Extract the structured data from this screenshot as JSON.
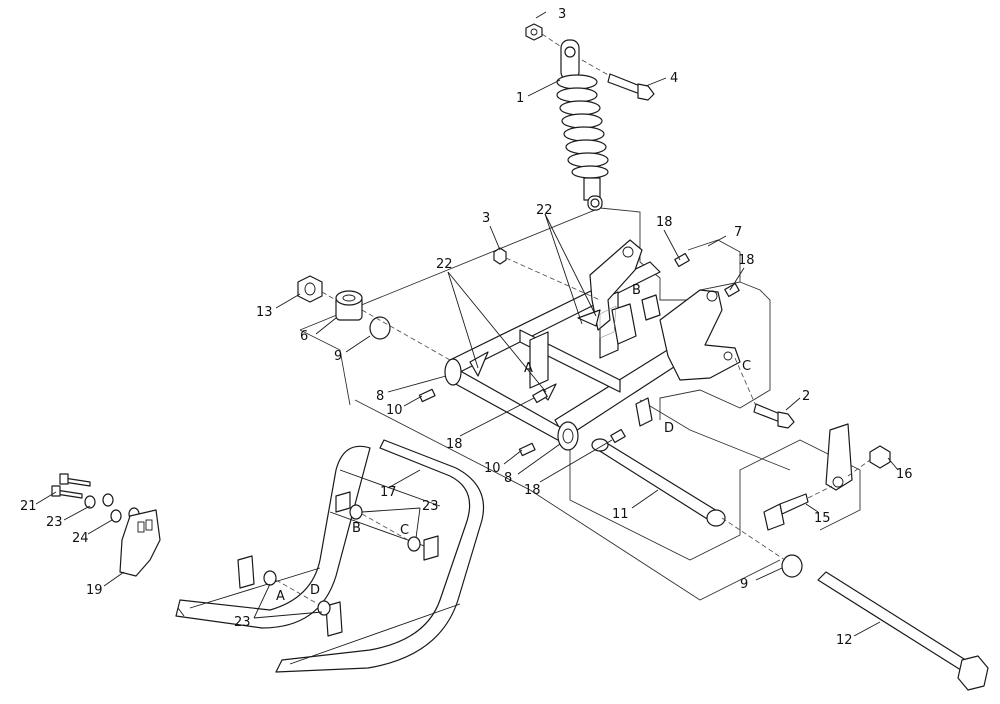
{
  "diagram": {
    "callouts": {
      "c1": "1",
      "c2": "2",
      "c3a": "3",
      "c3b": "3",
      "c4": "4",
      "c6": "6",
      "c7": "7",
      "c8a": "8",
      "c8b": "8",
      "c9a": "9",
      "c9b": "9",
      "c10a": "10",
      "c10b": "10",
      "c11": "11",
      "c12": "12",
      "c13": "13",
      "c15": "15",
      "c16": "16",
      "c17": "17",
      "c18a": "18",
      "c18b": "18",
      "c18c": "18",
      "c18d": "18",
      "c19": "19",
      "c21": "21",
      "c22a": "22",
      "c22b": "22",
      "c23a": "23",
      "c23b": "23",
      "c23c": "23",
      "c24": "24"
    },
    "points": {
      "pA1": "A",
      "pB1": "B",
      "pC1": "C",
      "pD1": "D",
      "pA2": "A",
      "pB2": "B",
      "pC2": "C",
      "pD2": "D"
    }
  }
}
